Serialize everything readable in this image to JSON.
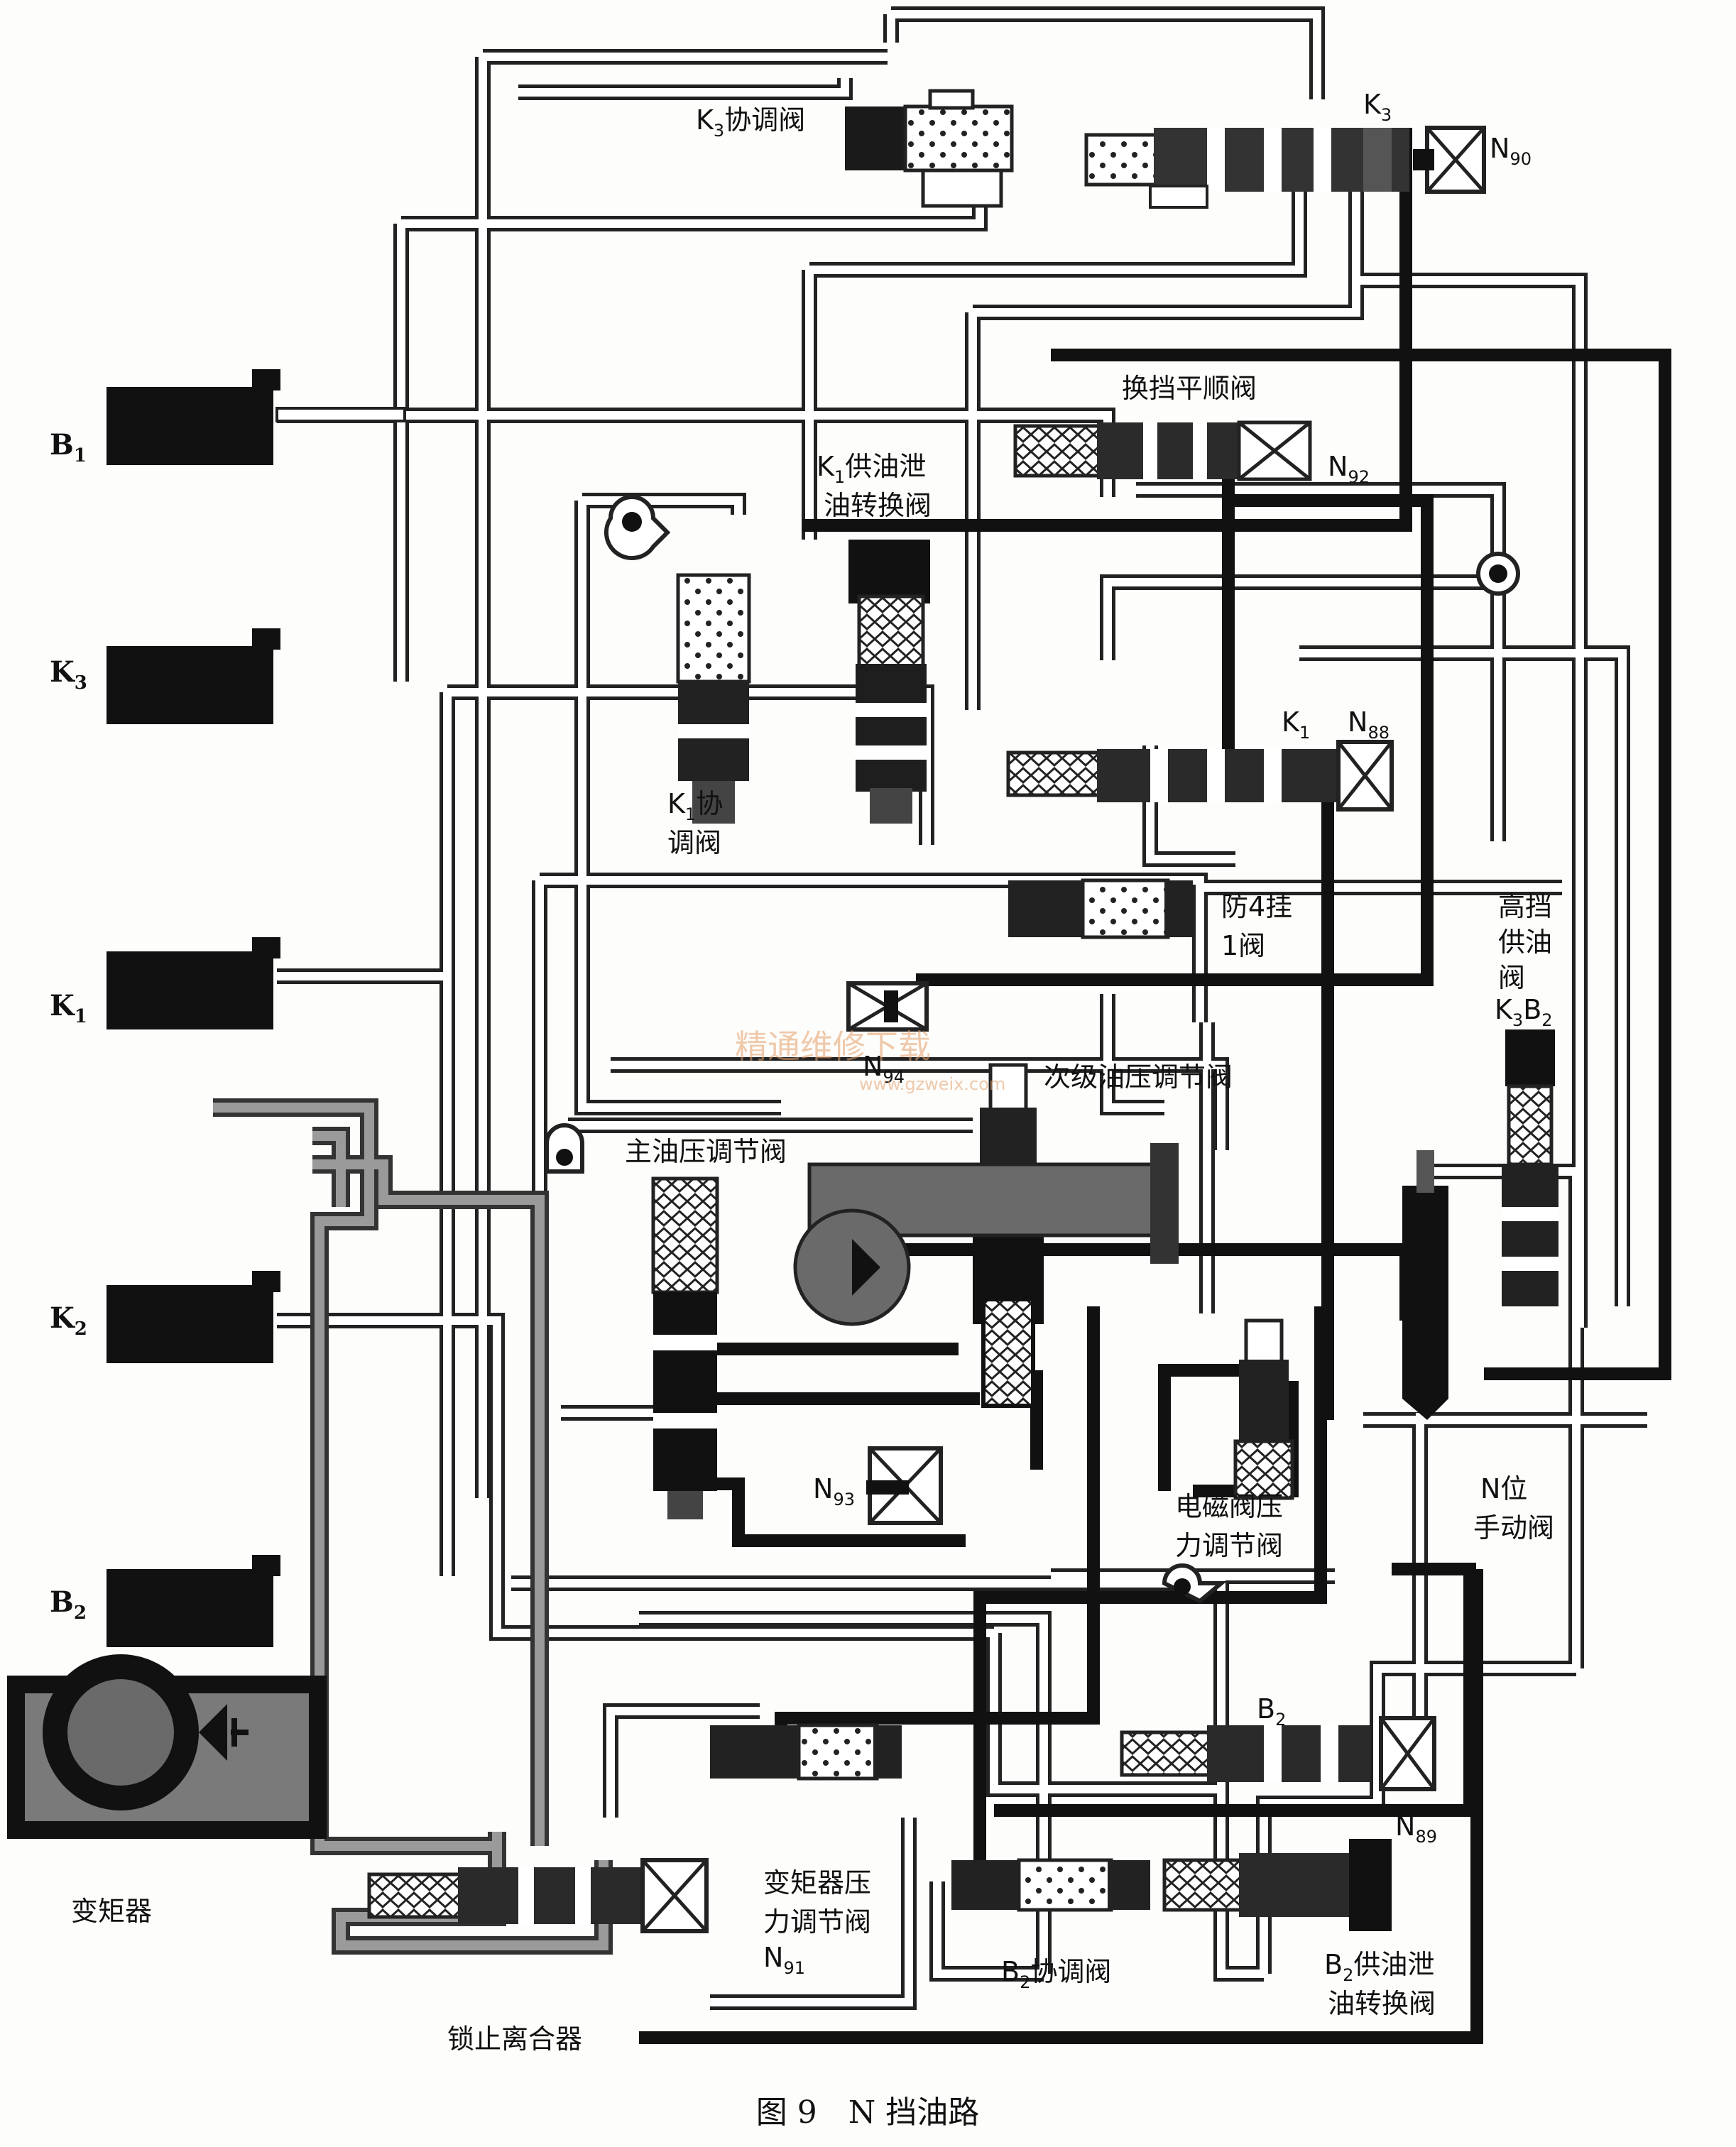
{
  "caption": "图 9　N 挡油路",
  "clutch_brakes": {
    "b1": {
      "main": "B",
      "sub": "1"
    },
    "k3": {
      "main": "K",
      "sub": "3"
    },
    "k1": {
      "main": "K",
      "sub": "1"
    },
    "k2": {
      "main": "K",
      "sub": "2"
    },
    "b2": {
      "main": "B",
      "sub": "2"
    }
  },
  "valves": {
    "k3_coord": {
      "main": "K",
      "sub": "3",
      "rest": "协调阀"
    },
    "k3_solenoid_valve": {
      "main": "K",
      "sub": "3"
    },
    "n90": {
      "main": "N",
      "sub": "90"
    },
    "shift_smooth": "换挡平顺阀",
    "n92": {
      "main": "N",
      "sub": "92"
    },
    "k1_supply_line1": {
      "main": "K",
      "sub": "1",
      "rest": "供油泄"
    },
    "k1_supply_line2": "油转换阀",
    "k1_coord_line1": {
      "main": "K",
      "sub": "1",
      "rest": "协"
    },
    "k1_coord_line2": "调阀",
    "k1_solenoid_valve": {
      "main": "K",
      "sub": "1"
    },
    "n88": {
      "main": "N",
      "sub": "88"
    },
    "anti_41_line1": "防4挂",
    "anti_41_line2": "1阀",
    "high_supply_line1": "高挡",
    "high_supply_line2": "供油",
    "high_supply_line3": "阀",
    "k3b2": {
      "main1": "K",
      "sub1": "3",
      "main2": "B",
      "sub2": "2"
    },
    "n94": {
      "main": "N",
      "sub": "94"
    },
    "secondary_pressure": "次级油压调节阀",
    "main_pressure": "主油压调节阀",
    "n93": {
      "main": "N",
      "sub": "93"
    },
    "solenoid_pressure_line1": "电磁阀压",
    "solenoid_pressure_line2": "力调节阀",
    "manual_line1": "N位",
    "manual_line2": "手动阀",
    "b2_solenoid_valve": {
      "main": "B",
      "sub": "2"
    },
    "n89": {
      "main": "N",
      "sub": "89"
    },
    "converter_pressure_line1": "变矩器压",
    "converter_pressure_line2": "力调节阀",
    "b2_coord": {
      "main": "B",
      "sub": "2",
      "rest": "协调阀"
    },
    "b2_supply_line1": {
      "main": "B",
      "sub": "2",
      "rest": "供油泄"
    },
    "b2_supply_line2": "油转换阀",
    "n91": {
      "main": "N",
      "sub": "91"
    },
    "lockup_clutch": "锁止离合器",
    "torque_converter": "变矩器"
  },
  "watermark": {
    "line1": "精通维修下载",
    "line2": "www.gzweix.com"
  },
  "colors": {
    "pressure_line": "#111111",
    "exhaust_line": "#ffffff",
    "converter_line": "#9a9a9a",
    "pump_fill": "#6a6a6a",
    "watermark": "#e5a06a"
  }
}
